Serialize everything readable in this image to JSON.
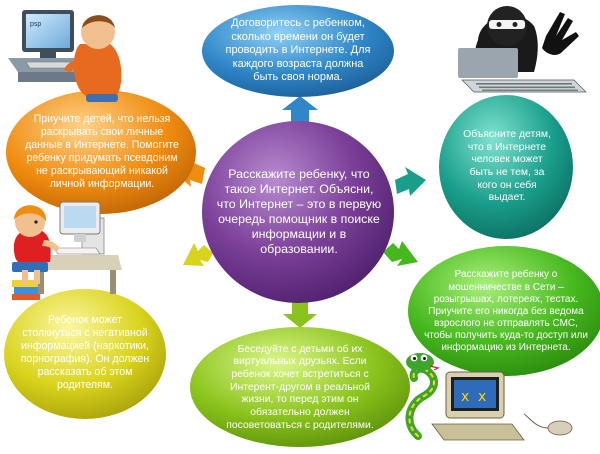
{
  "center": {
    "text": "Расскажите ребенку, что такое Интернет. Объясни, что Интернет – это в первую очередь помощник в поиске информации и в образовании.",
    "color": "#7b3f98"
  },
  "bubbles": [
    {
      "id": "time-limit",
      "text": "Договоритесь с ребенком, сколько времени он будет проводить в Интернете. Для каждого возраста должна быть своя норма.",
      "color": "#2f86c8"
    },
    {
      "id": "stranger",
      "text": "Объясните детям, что в Интернете человек может быть не тем, за кого он себя выдает.",
      "color": "#1a9e8c"
    },
    {
      "id": "fraud",
      "text": "Расскажите ребенку о мошенничестве в Сети – розыгрышах, лотереях, тестах. Приучите его никогда без ведома взрослого не отправлять СМС, чтобы получить куда-то доступ или информацию из Интернета.",
      "color": "#46b81e"
    },
    {
      "id": "virtual-friends",
      "text": "Беседуйте с детьми об их виртуальных друзьях. Если ребенок хочет встретиться с Интерент-другом в реальной жизни, то перед этим он обязательно должен посоветоваться с родителями.",
      "color": "#8ac31c"
    },
    {
      "id": "negative-info",
      "text": "Ребенок может столкнуться с негативной информацией (наркотики, порнография). Он должен рассказать об этом родителям.",
      "color": "#d9d31c"
    },
    {
      "id": "personal-data",
      "text": "Приучите детей, что нельзя раскрывать свои личные данные в Интернете. Помогите ребенку придумать псевдоним не раскрывающий никакой личной информации.",
      "color": "#f08c10"
    }
  ],
  "illustrations": {
    "monitor_label": "psp"
  },
  "colors": {
    "arrow_up": "#2f86c8",
    "arrow_right": "#1a9e8c",
    "arrow_down_right": "#46b81e",
    "arrow_down": "#8ac31c",
    "arrow_down_left": "#d9d31c",
    "arrow_left": "#f08c10"
  }
}
